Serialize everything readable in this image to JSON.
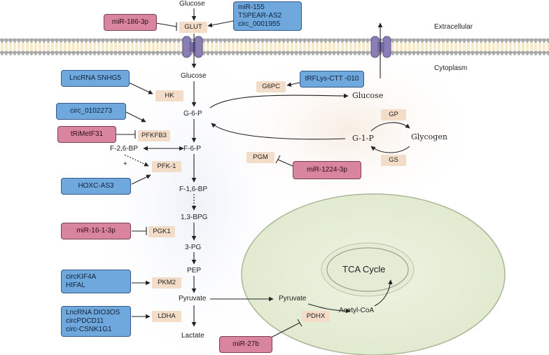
{
  "regions": {
    "extracellular": "Extracellular",
    "cytoplasm": "Cytoplasm"
  },
  "metabolites": {
    "glucose_out": "Glucose",
    "glucose_in": "Glucose",
    "g6p": "G-6-P",
    "f6p": "F-6-P",
    "f26bp": "F-2,6-BP",
    "f16bp": "F-1,6-BP",
    "bpg13": "1,3-BPG",
    "pg3": "3-PG",
    "pep": "PEP",
    "pyruvate": "Pyruvate",
    "lactate": "Lactate",
    "glucose_right": "Glucose",
    "g1p": "G-1-P",
    "glycogen": "Glycogen",
    "pyruvate_mito": "Pyruvate",
    "acetyl_coa": "Acetyl-CoA",
    "plus_sign": "+"
  },
  "enzymes": {
    "glut": "GLUT",
    "hk": "HK",
    "pfkfb3": "PFKFB3",
    "pfk1": "PFK-1",
    "pgk1": "PGK1",
    "pkm2": "PKM2",
    "ldha": "LDHA",
    "g6pc": "G6PC",
    "gp": "GP",
    "gs": "GS",
    "pgm": "PGM",
    "pdhx": "PDHX"
  },
  "promoters": {
    "glut_reg": [
      "miR-155",
      "TSPEAR-AS2",
      "circ_0001955"
    ],
    "hk_reg": [
      "LncRNA SNHG5"
    ],
    "pfkfb3_reg": [
      "circ_0102273"
    ],
    "pfk1_reg": [
      "HOXC-AS3"
    ],
    "pkm2_reg": [
      "circKIF4A",
      "HIFAL"
    ],
    "ldha_reg": [
      "LncRNA DIO3OS",
      "circPDCD11",
      "circ-CSNK1G1"
    ],
    "g6pc_reg": [
      "tRFLys-CTT -010"
    ]
  },
  "inhibitors": {
    "glut_inh": "miR-186-3p",
    "pfkfb3_inh": "tRiMetF31",
    "pgk1_inh": "miR-16-1-3p",
    "pgm_inh": "miR-1224-3p",
    "pdhx_inh": "miR-27b"
  },
  "tca": {
    "label": "TCA Cycle"
  },
  "colors": {
    "promoter": "#6ea8dc",
    "inhibitor": "#d9859f",
    "enzyme": "#f3dcc8",
    "mitochondrion": "#e7efd9",
    "membrane": "#9a9a9a",
    "transporter": "#8a7fb5"
  }
}
